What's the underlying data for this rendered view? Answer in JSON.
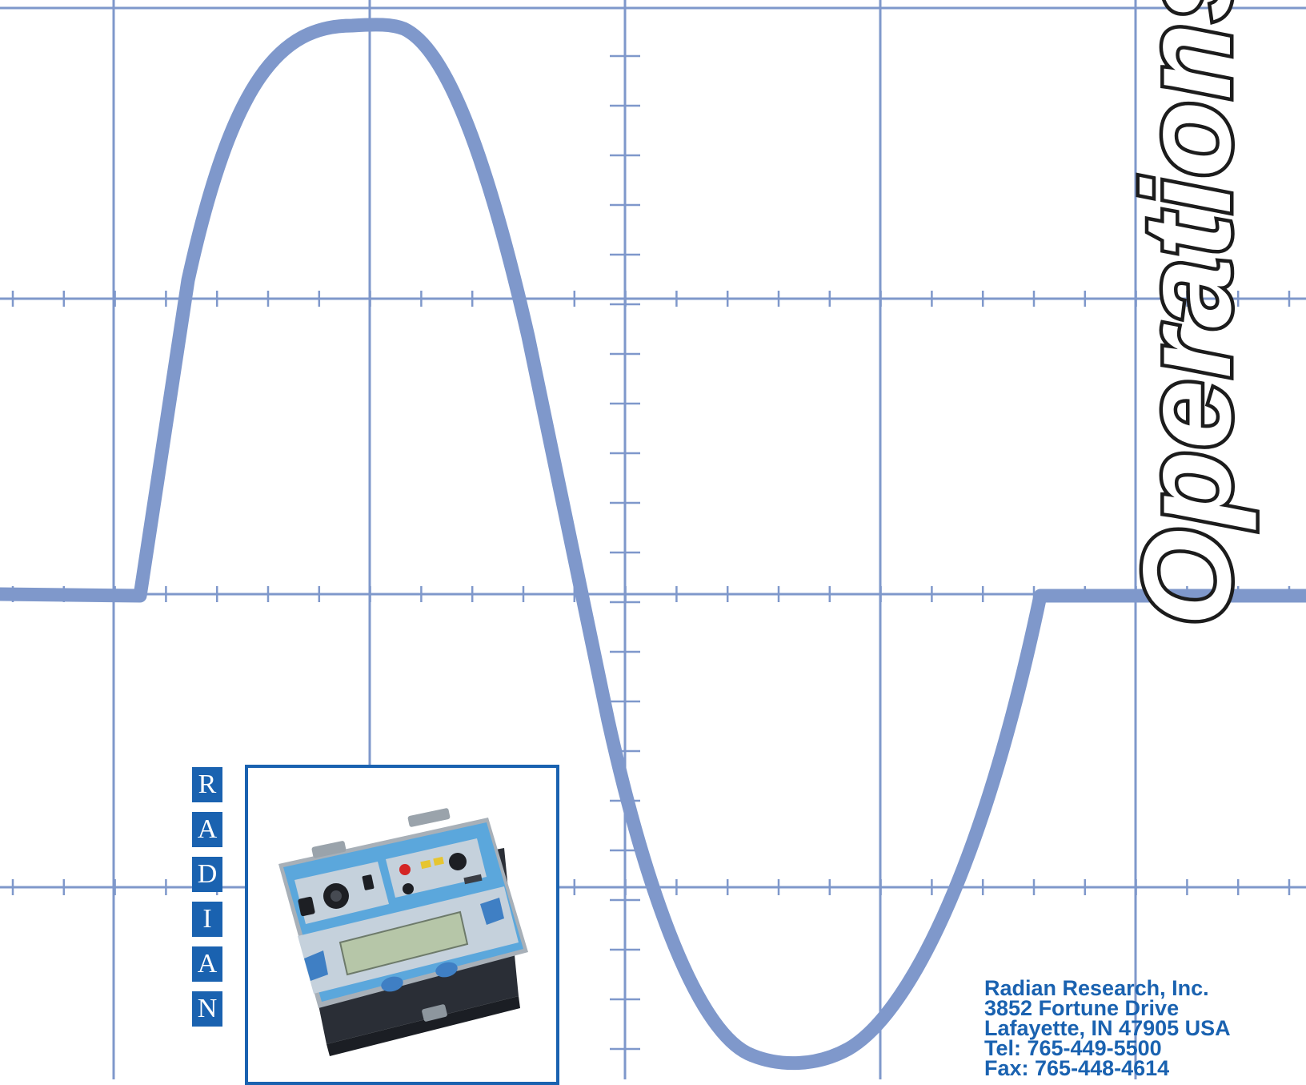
{
  "cover": {
    "title": "Operations",
    "logo_letters": [
      "R",
      "A",
      "D",
      "I",
      "A",
      "N"
    ],
    "address_lines": [
      "Radian Research, Inc.",
      "3852 Fortune Drive",
      "Lafayette, IN 47905 USA",
      "Tel: 765-449-5500",
      "Fax: 765-448-4614"
    ]
  },
  "device_photo": {
    "icon": "power-meter-device-icon"
  },
  "colors": {
    "brand": "#1a62b0",
    "grid": "#7f98cb",
    "waveform": "#7f98cb",
    "title_outline": "#1c1c1c",
    "device_body": "#5ba7dc",
    "device_panel": "#c5d1dc",
    "device_lcd": "#b6c6a8"
  }
}
